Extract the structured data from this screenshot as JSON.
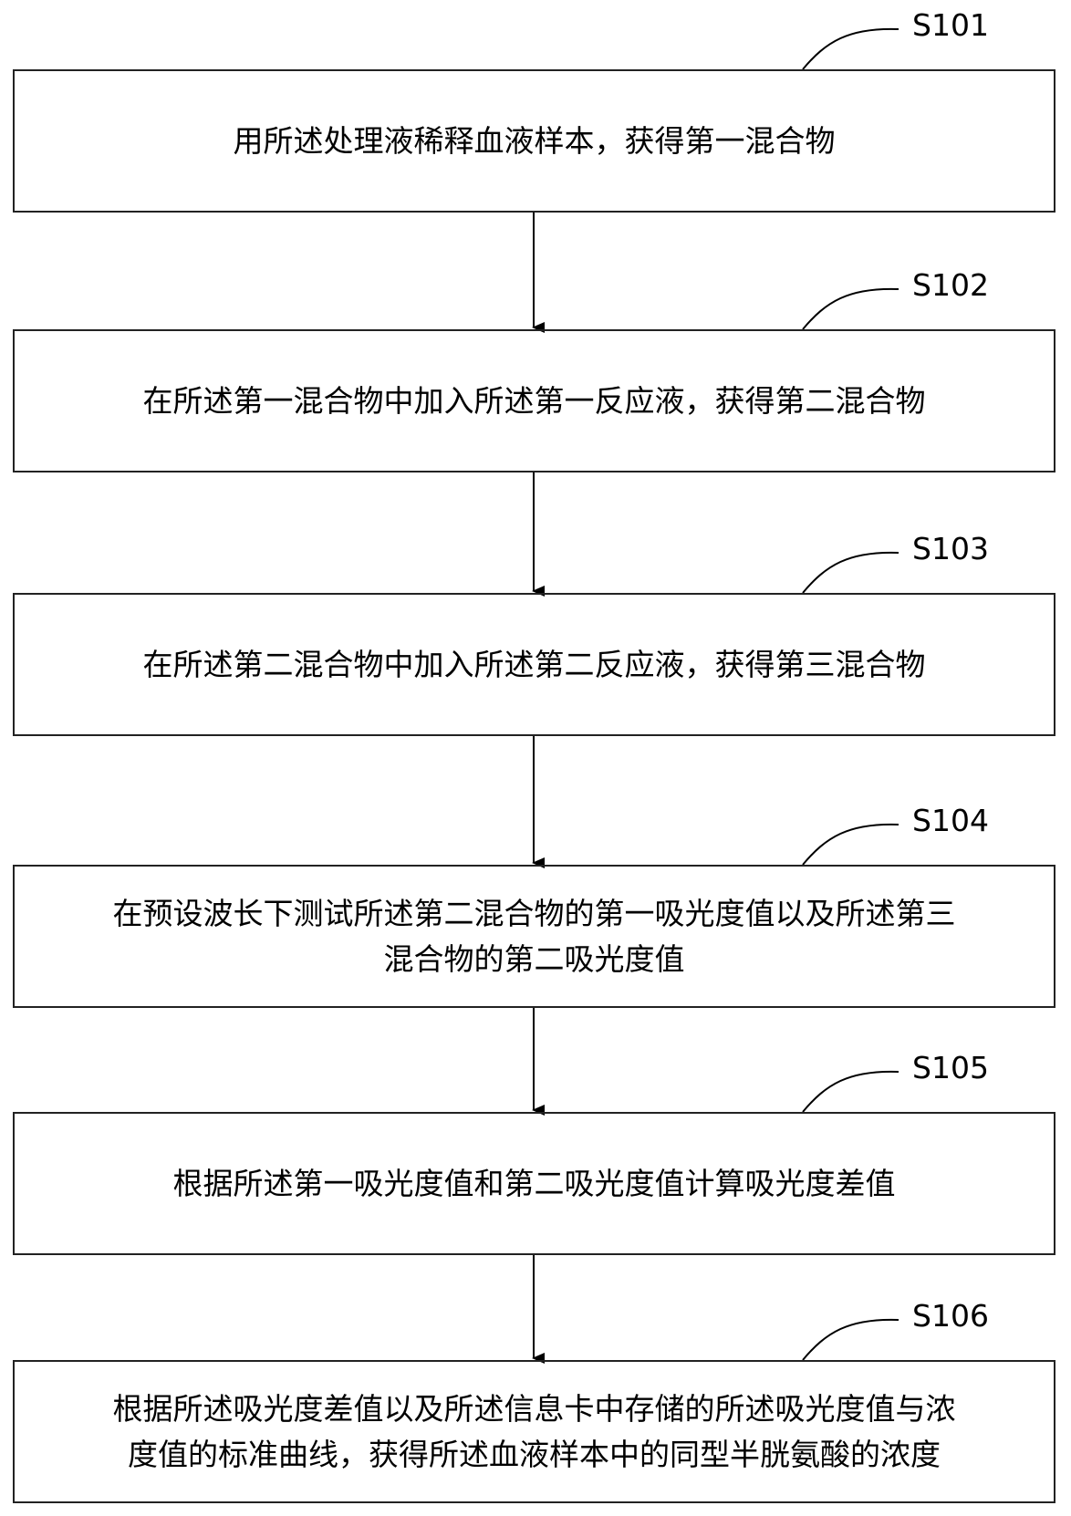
{
  "steps": [
    {
      "id": "S101",
      "text": "用所述处理液稀释血液样本，获得第一混合物"
    },
    {
      "id": "S102",
      "text": "在所述第一混合物中加入所述第一反应液，获得第二混合物"
    },
    {
      "id": "S103",
      "text": "在所述第二混合物中加入所述第二反应液，获得第三混合物"
    },
    {
      "id": "S104",
      "text_line1": "在预设波长下测试所述第二混合物的第一吸光度值以及所述第三",
      "text_line2": "混合物的第二吸光度值"
    },
    {
      "id": "S105",
      "text": "根据所述第一吸光度值和第二吸光度值计算吸光度差值"
    },
    {
      "id": "S106",
      "text_line1": "根据所述吸光度差值以及所述信息卡中存储的所述吸光度值与浓",
      "text_line2": "度值的标准曲线，获得所述血液样本中的同型半胱氨酸的浓度"
    }
  ]
}
